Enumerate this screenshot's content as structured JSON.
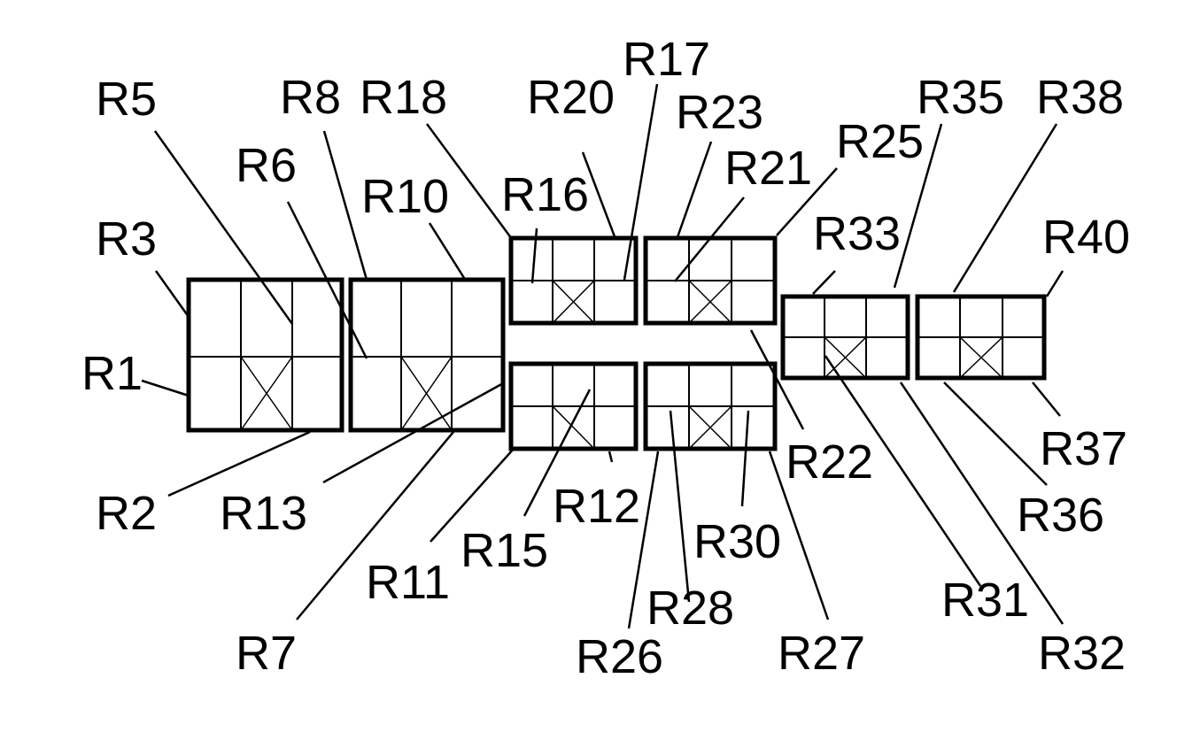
{
  "labels": {
    "r1": "R1",
    "r2": "R2",
    "r3": "R3",
    "r5": "R5",
    "r6": "R6",
    "r7": "R7",
    "r8": "R8",
    "r10": "R10",
    "r11": "R11",
    "r12": "R12",
    "r13": "R13",
    "r15": "R15",
    "r16": "R16",
    "r17": "R17",
    "r18": "R18",
    "r20": "R20",
    "r21": "R21",
    "r22": "R22",
    "r23": "R23",
    "r25": "R25",
    "r26": "R26",
    "r27": "R27",
    "r28": "R28",
    "r30": "R30",
    "r31": "R31",
    "r32": "R32",
    "r33": "R33",
    "r35": "R35",
    "r36": "R36",
    "r37": "R37",
    "r38": "R38",
    "r40": "R40"
  }
}
